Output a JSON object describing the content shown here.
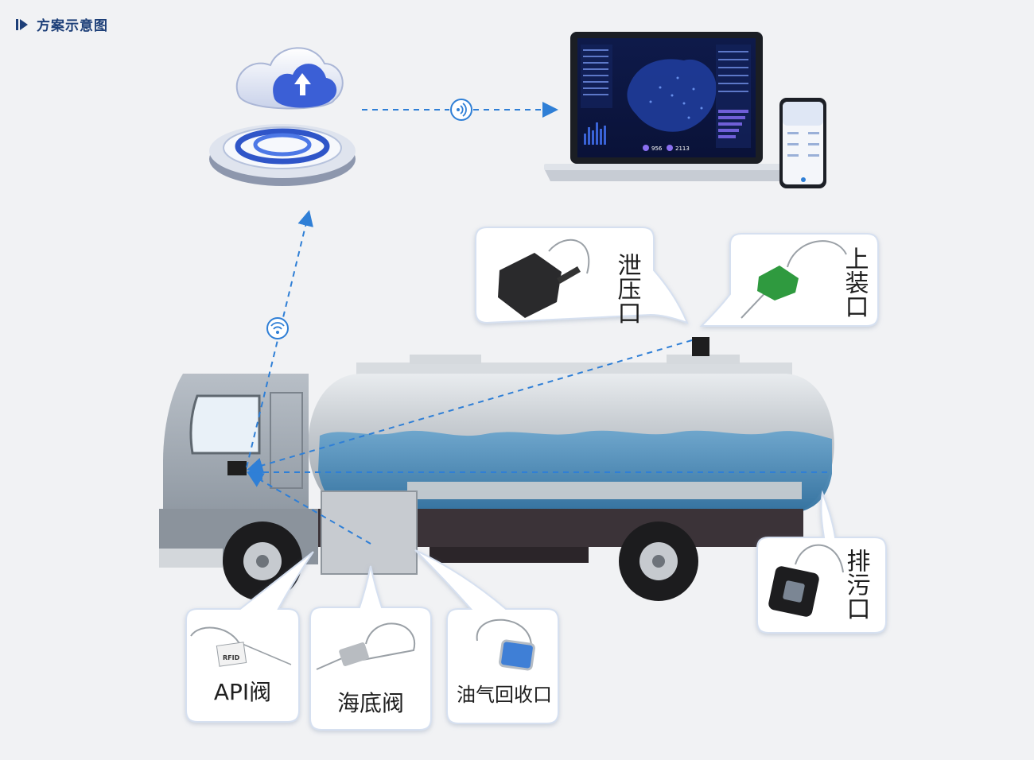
{
  "header": {
    "title": "方案示意图"
  },
  "labels": {
    "pressure_port": "泄压口",
    "loading_port": "上装口",
    "drain_port": "排污口",
    "api_valve": "API阀",
    "bottom_valve": "海底阀",
    "vapor_recovery": "油气回收口"
  },
  "device_tag": {
    "rfid": "RFID"
  },
  "dashboard": {
    "stat1": "956",
    "stat2": "2113"
  },
  "colors": {
    "accent": "#2f7fd6",
    "title": "#1d3f78",
    "water": "#4f8fbf"
  }
}
